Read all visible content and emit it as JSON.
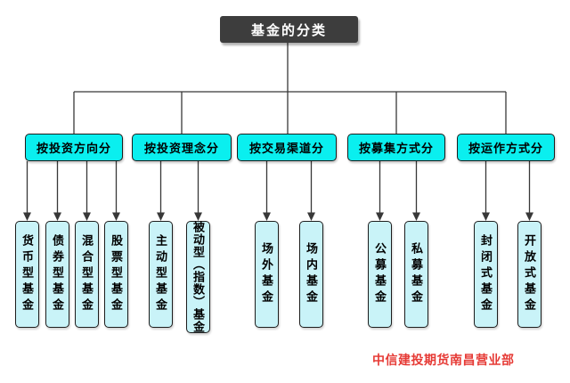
{
  "title": "基金的分类",
  "watermark": "中信建投期货南昌营业部",
  "colors": {
    "root_bg": "#3d3d3d",
    "root_text": "#ffffff",
    "category_bg": "#0aefef",
    "leaf_bg": "#c9f3f8",
    "border": "#1d1d1d",
    "line": "#383838",
    "watermark_color": "#e63a35"
  },
  "groups": [
    {
      "label": "按投资方向分",
      "children": [
        "货币型基金",
        "债券型基金",
        "混合型基金",
        "股票型基金"
      ]
    },
    {
      "label": "按投资理念分",
      "children": [
        "主动型基金",
        "被动型（指数）基金"
      ]
    },
    {
      "label": "按交易渠道分",
      "children": [
        "场外基金",
        "场内基金"
      ]
    },
    {
      "label": "按募集方式分",
      "children": [
        "公募基金",
        "私募基金"
      ]
    },
    {
      "label": "按运作方式分",
      "children": [
        "封闭式基金",
        "开放式基金"
      ]
    }
  ]
}
